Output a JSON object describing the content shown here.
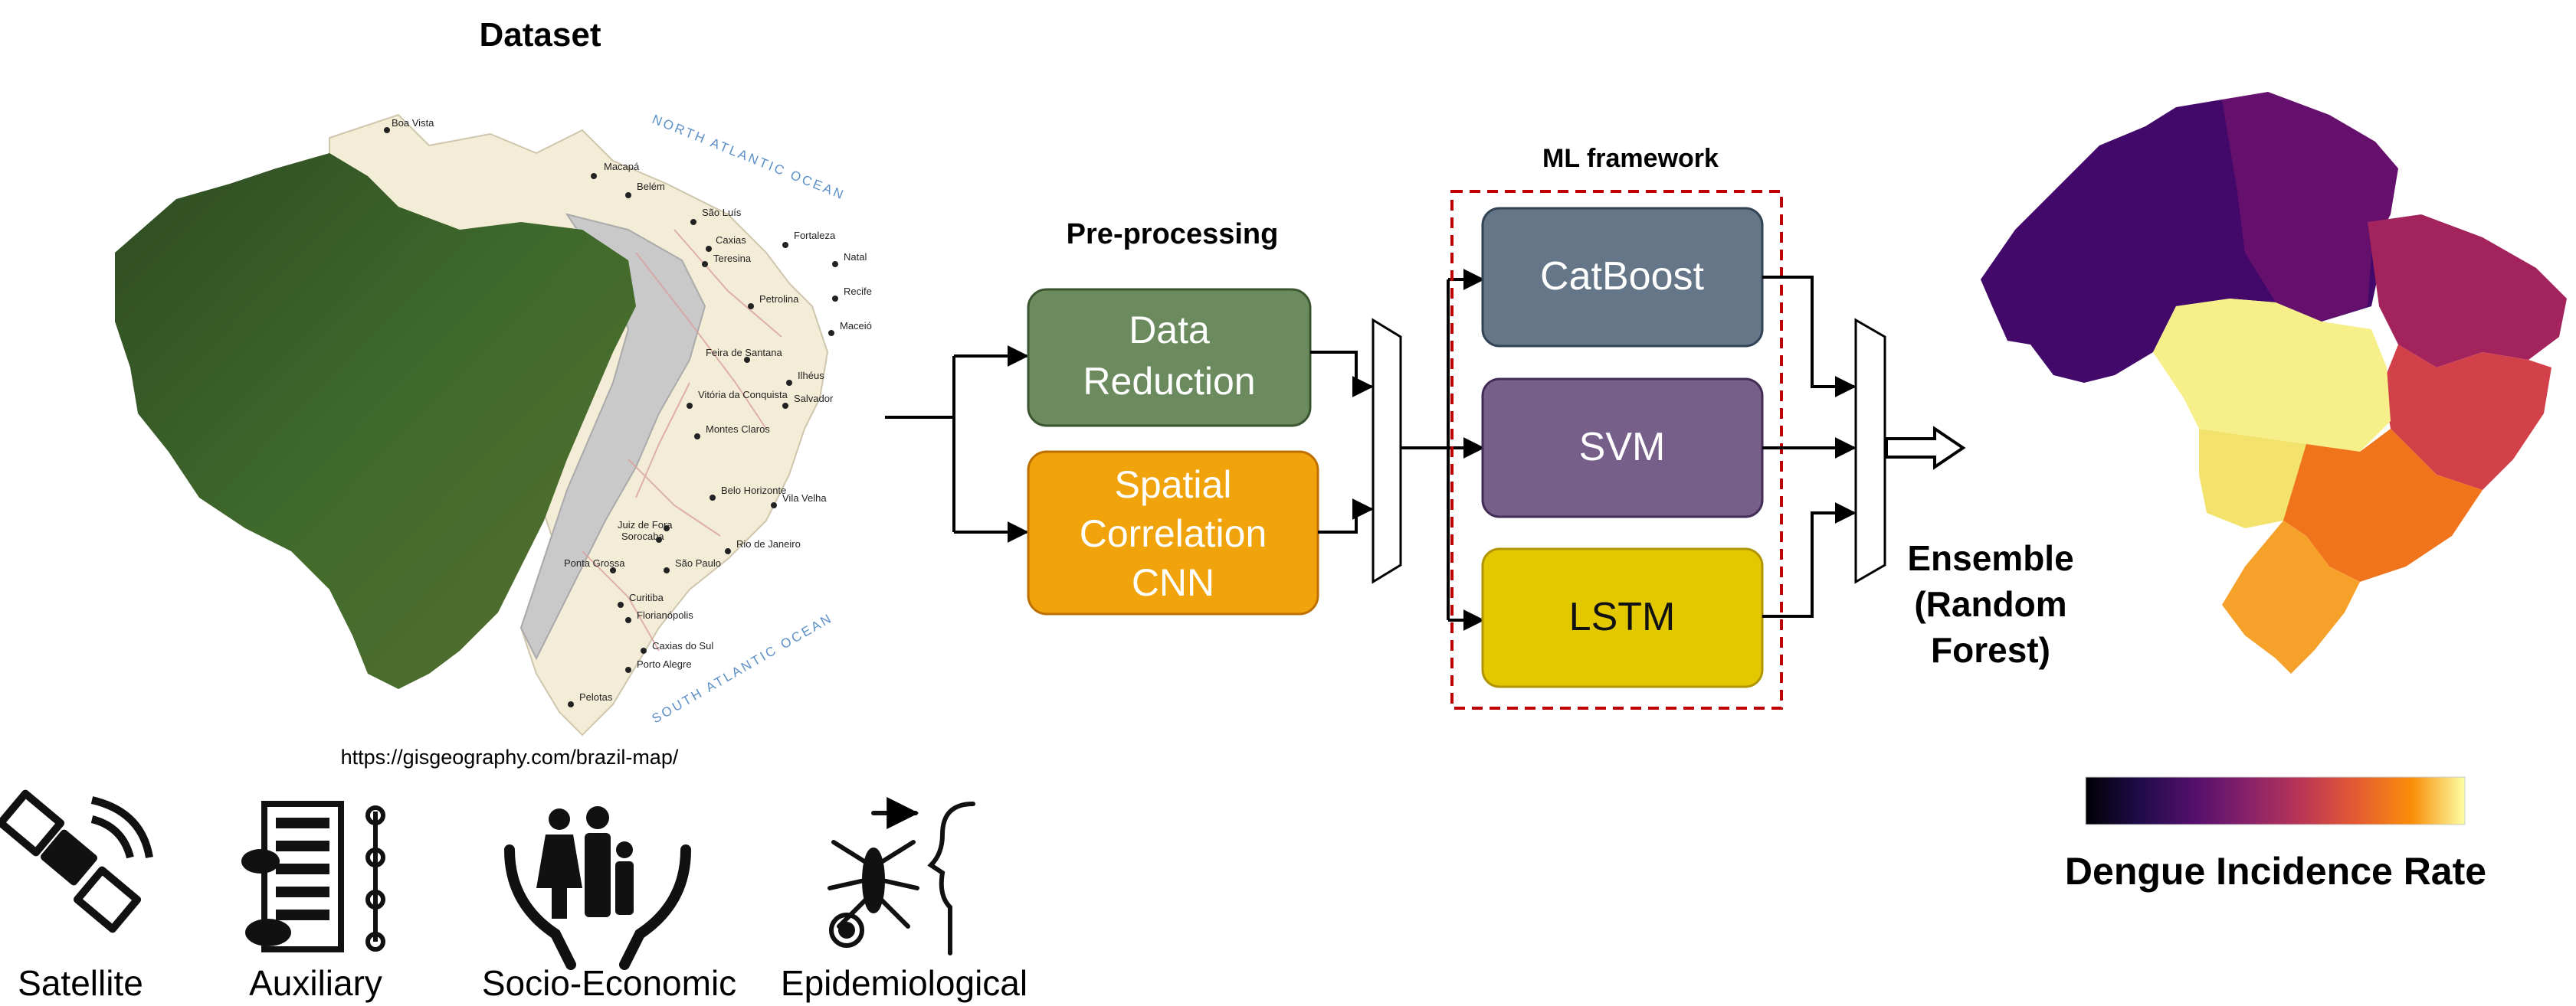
{
  "dataset": {
    "title": "Dataset",
    "source_url": "https://gisgeography.com/brazil-map/",
    "ocean_north": "NORTH ATLANTIC OCEAN",
    "ocean_south": "SOUTH ATLANTIC OCEAN",
    "cities": [
      "Boa Vista",
      "Macapá",
      "Belém",
      "São Luís",
      "Fortaleza",
      "Caxias",
      "Teresina",
      "Natal",
      "Recife",
      "Petrolina",
      "Maceió",
      "Feira de Santana",
      "Ilhéus",
      "Salvador",
      "Vitória da Conquista",
      "Montes Claros",
      "Belo Horizonte",
      "Vila Velha",
      "Juiz de Fora",
      "Rio de Janeiro",
      "São Paulo",
      "Sorocaba",
      "Ponta Grossa",
      "Curitiba",
      "Florianópolis",
      "Caxias do Sul",
      "Porto Alegre",
      "Pelotas"
    ],
    "sources": [
      {
        "label": "Satellite",
        "icon": "satellite-icon"
      },
      {
        "label": "Auxiliary",
        "icon": "server-icon"
      },
      {
        "label": "Socio-Economic",
        "icon": "family-hands-icon"
      },
      {
        "label": "Epidemiological",
        "icon": "mosquito-human-icon"
      }
    ]
  },
  "preprocessing": {
    "title": "Pre-processing",
    "boxes": [
      {
        "label": "Data Reduction",
        "lines": [
          "Data",
          "Reduction"
        ],
        "color": "#6b8a5e"
      },
      {
        "label": "Spatial Correlation CNN",
        "lines": [
          "Spatial",
          "Correlation",
          "CNN"
        ],
        "color": "#f0a30a"
      }
    ]
  },
  "ml_framework": {
    "title": "ML framework",
    "models": [
      {
        "label": "CatBoost",
        "color": "#647687"
      },
      {
        "label": "SVM",
        "color": "#76608a"
      },
      {
        "label": "LSTM",
        "color": "#e3c800"
      }
    ],
    "border_color": "#c00000"
  },
  "ensemble": {
    "lines": [
      "Ensemble",
      "(Random",
      "Forest)"
    ]
  },
  "output": {
    "colorbar_label": "Dengue Incidence Rate",
    "colormap": "inferno"
  }
}
